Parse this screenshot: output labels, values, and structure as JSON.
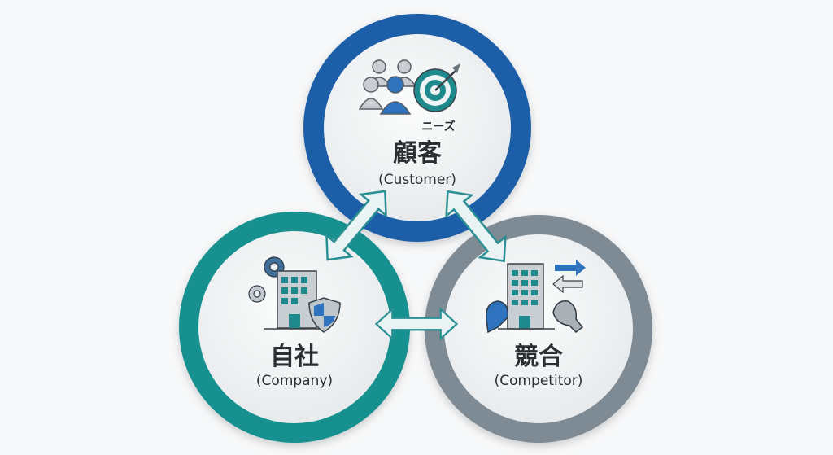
{
  "diagram": {
    "customer": {
      "title_jp": "顧客",
      "title_en": "(Customer)",
      "icon_label": "ニーズ",
      "color": "#1f5ea8"
    },
    "company": {
      "title_jp": "自社",
      "title_en": "(Company)",
      "color": "#16918f"
    },
    "competitor": {
      "title_jp": "競合",
      "title_en": "(Competitor)",
      "color": "#7e8b95"
    }
  }
}
